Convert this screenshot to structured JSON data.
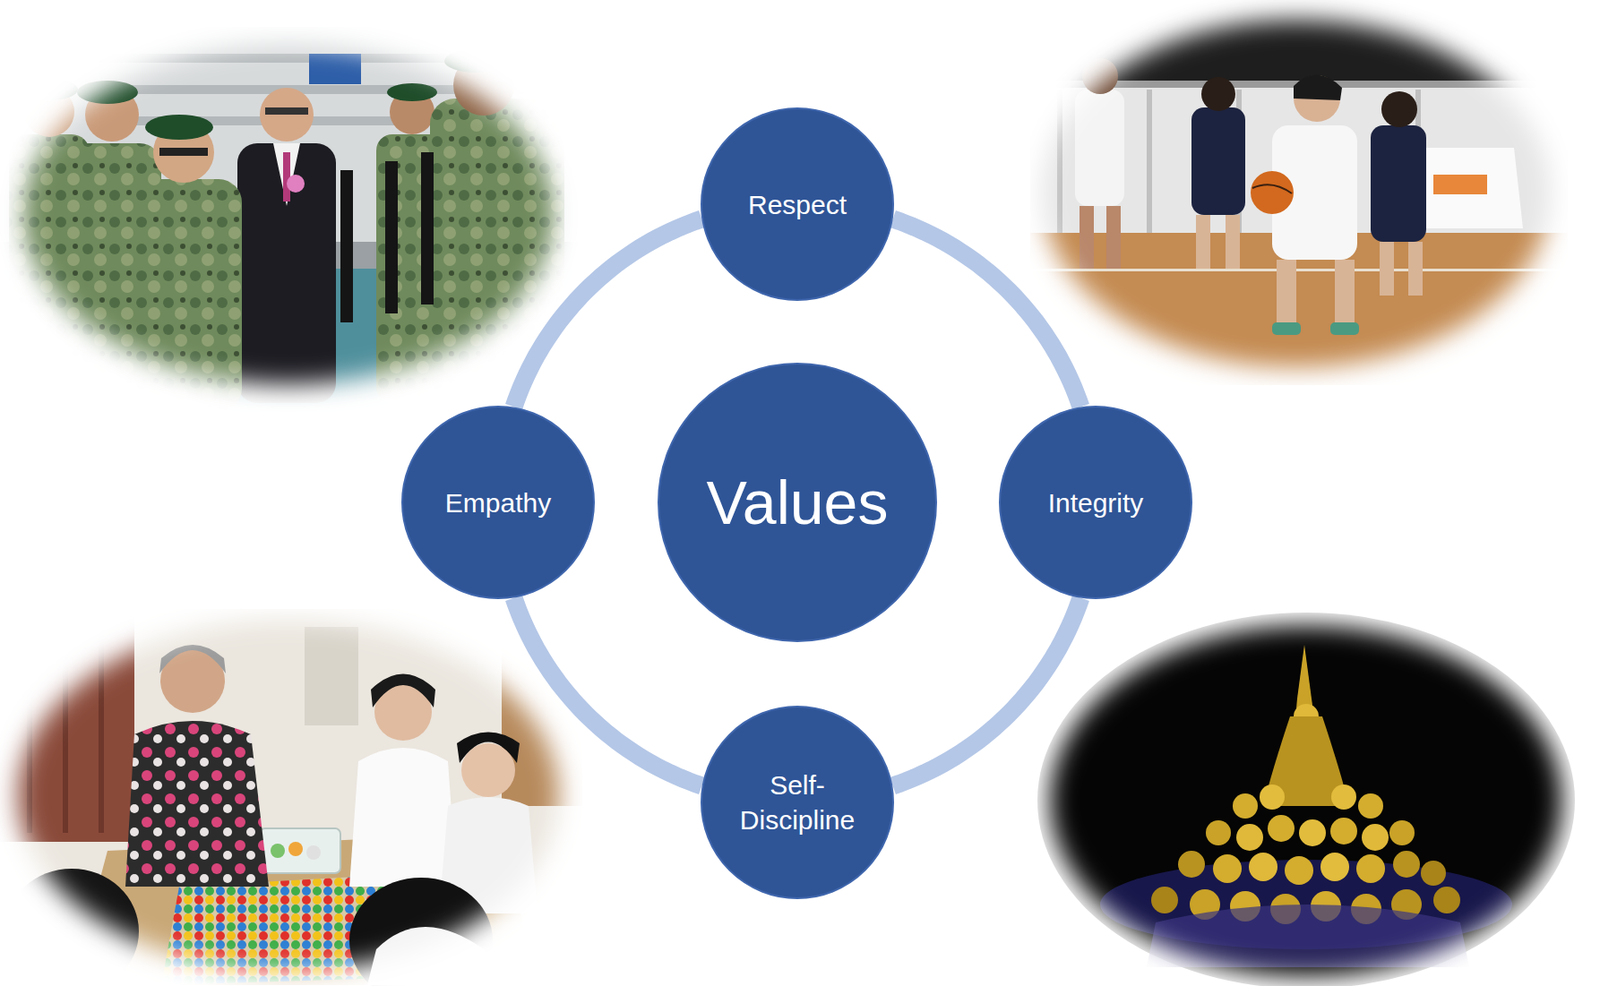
{
  "diagram": {
    "nodes": [
      {
        "text": [
          "Respect"
        ]
      },
      {
        "text": [
          "Empathy"
        ]
      },
      {
        "text": [
          "Values"
        ]
      },
      {
        "text": [
          "Integrity"
        ]
      },
      {
        "text": [
          "Self- Discipline"
        ]
      }
    ],
    "edges": [
      {
        "from": 0,
        "to": 3,
        "arrow": "none"
      },
      {
        "from": 3,
        "to": 4,
        "arrow": "none"
      },
      {
        "from": 4,
        "to": 1,
        "arrow": "none"
      },
      {
        "from": 1,
        "to": 0,
        "arrow": "none"
      }
    ]
  }
}
